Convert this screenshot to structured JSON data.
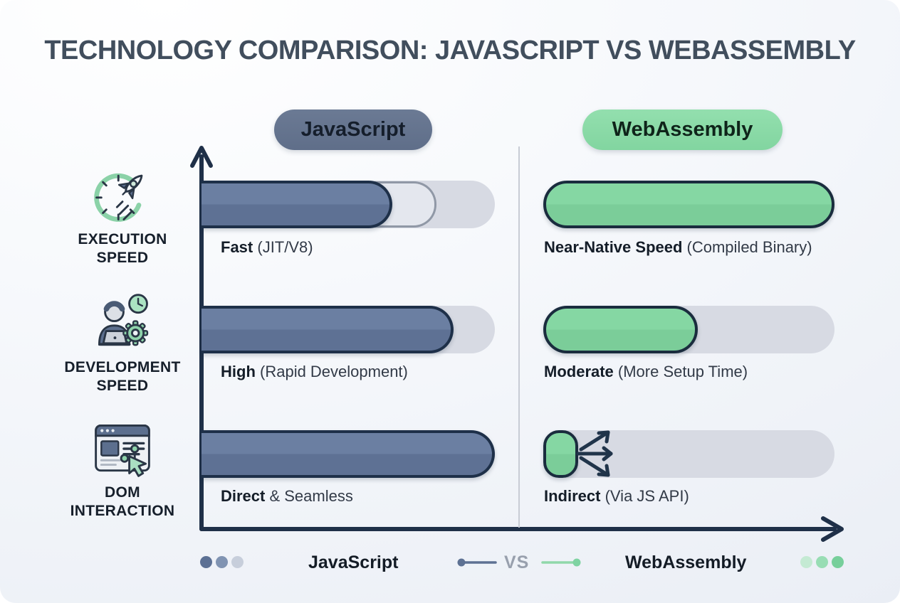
{
  "title": "TECHNOLOGY COMPARISON: JAVASCRIPT VS WEBASSEMBLY",
  "colors": {
    "js_accent": "#64748f",
    "wasm_accent": "#8adca8",
    "axis": "#1f3048",
    "track": "#d7dae3",
    "js_dots": [
      "#5c7094",
      "#8093b2",
      "#c7cedb"
    ],
    "wasm_dots": [
      "#c4ead3",
      "#98ddb4",
      "#77cf9b"
    ]
  },
  "columns": [
    {
      "id": "javascript",
      "label": "JavaScript"
    },
    {
      "id": "webassembly",
      "label": "WebAssembly"
    }
  ],
  "rows": [
    {
      "metric_line1": "EXECUTION",
      "metric_line2": "SPEED",
      "icon": "rocket-speedometer-icon",
      "js": {
        "bold": "Fast",
        "rest": " (JIT/V8)",
        "fill_pct": 65,
        "ghost_pct": 80
      },
      "wasm": {
        "bold": "Near-Native Speed",
        "rest": " (Compiled Binary)",
        "fill_pct": 100
      }
    },
    {
      "metric_line1": "DEVELOPMENT",
      "metric_line2": "SPEED",
      "icon": "developer-clock-gear-icon",
      "js": {
        "bold": "High",
        "rest": " (Rapid Development)",
        "fill_pct": 86
      },
      "wasm": {
        "bold": "Moderate",
        "rest": " (More Setup Time)",
        "fill_pct": 53
      }
    },
    {
      "metric_line1": "DOM",
      "metric_line2": "INTERACTION",
      "icon": "browser-dom-cursor-icon",
      "js": {
        "bold": "Direct",
        "rest": " & Seamless",
        "fill_pct": 100
      },
      "wasm": {
        "bold": "Indirect",
        "rest": " (Via JS API)",
        "fill_pct": 12
      }
    }
  ],
  "legend": {
    "left_label": "JavaScript",
    "vs": "VS",
    "right_label": "WebAssembly"
  },
  "chart_data": {
    "type": "bar",
    "orientation": "horizontal",
    "title": "Technology Comparison: JavaScript vs WebAssembly",
    "categories": [
      "Execution Speed",
      "Development Speed",
      "DOM Interaction"
    ],
    "series": [
      {
        "name": "JavaScript",
        "values_pct": [
          65,
          86,
          100
        ],
        "value_labels": [
          "Fast (JIT/V8)",
          "High (Rapid Development)",
          "Direct & Seamless"
        ]
      },
      {
        "name": "WebAssembly",
        "values_pct": [
          100,
          53,
          12
        ],
        "value_labels": [
          "Near-Native Speed (Compiled Binary)",
          "Moderate (More Setup Time)",
          "Indirect (Via JS API)"
        ]
      }
    ],
    "xlim_pct": [
      0,
      100
    ],
    "grid": false,
    "legend_position": "bottom"
  }
}
